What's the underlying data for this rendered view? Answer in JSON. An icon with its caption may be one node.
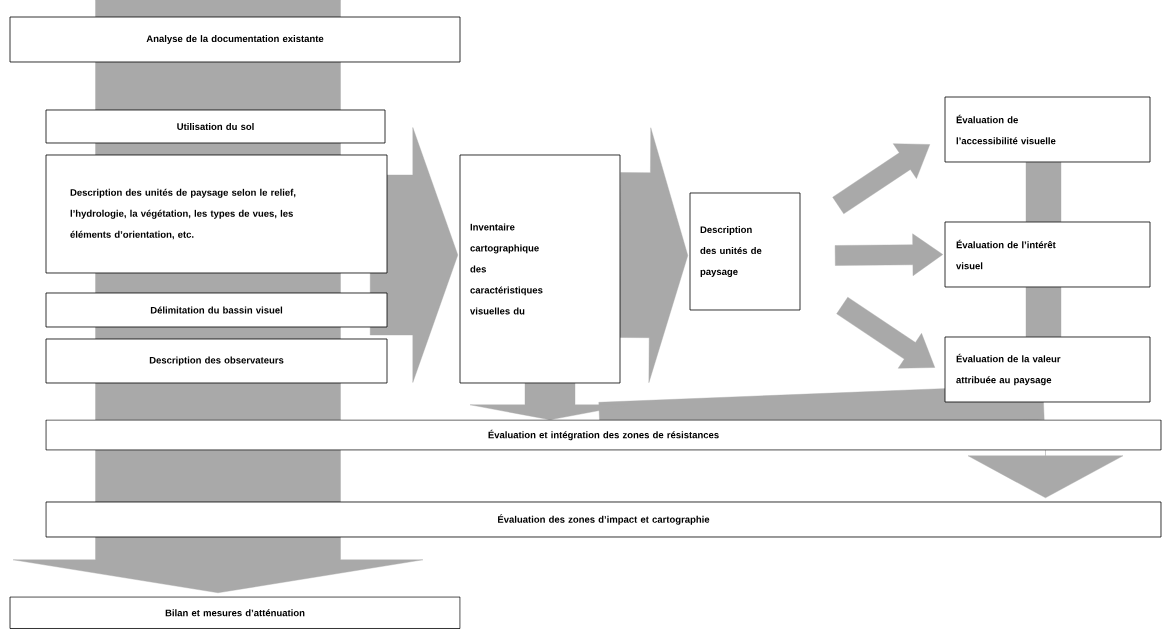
{
  "diagram": {
    "nodes": [
      {
        "text": [
          "Analyse de la documentation existante"
        ]
      },
      {
        "text": [
          "Utilisation du sol"
        ]
      },
      {
        "text": [
          "Description des unités de paysage selon le relief, l’hydrologie, la végétation, les types de vues, les éléments d’orientation, etc."
        ]
      },
      {
        "text": [
          "Délimitation du bassin visuel"
        ]
      },
      {
        "text": [
          "Description des observateurs"
        ]
      },
      {
        "text": [
          "Inventaire cartographique des caractéristiques visuelles du"
        ]
      },
      {
        "text": [
          "Description des unités de paysage"
        ]
      },
      {
        "text": [
          "Évaluation de l’accessibilité visuelle"
        ]
      },
      {
        "text": [
          "Évaluation de l’intérêt visuel"
        ]
      },
      {
        "text": [
          "Évaluation de la valeur attribuée au paysage"
        ]
      },
      {
        "text": [
          "Évaluation et intégration des zones de résistances"
        ]
      },
      {
        "text": [
          "Évaluation des zones d’impact et cartographie"
        ]
      },
      {
        "text": [
          "Bilan et mesures d’atténuation"
        ]
      }
    ],
    "edges": [
      {
        "from": 0,
        "to": 12,
        "arrow": "to"
      },
      {
        "from": 2,
        "to": 5,
        "arrow": "to"
      },
      {
        "from": 5,
        "to": 6,
        "arrow": "to"
      },
      {
        "from": 6,
        "to": 7,
        "arrow": "to"
      },
      {
        "from": 6,
        "to": 8,
        "arrow": "to"
      },
      {
        "from": 6,
        "to": 9,
        "arrow": "to"
      },
      {
        "from": 7,
        "to": 8,
        "arrow": "none"
      },
      {
        "from": 8,
        "to": 9,
        "arrow": "none"
      },
      {
        "from": 9,
        "to": 10,
        "arrow": "none"
      },
      {
        "from": 10,
        "to": 11,
        "arrow": "to"
      },
      {
        "from": 5,
        "to": 10,
        "arrow": "to"
      }
    ]
  }
}
